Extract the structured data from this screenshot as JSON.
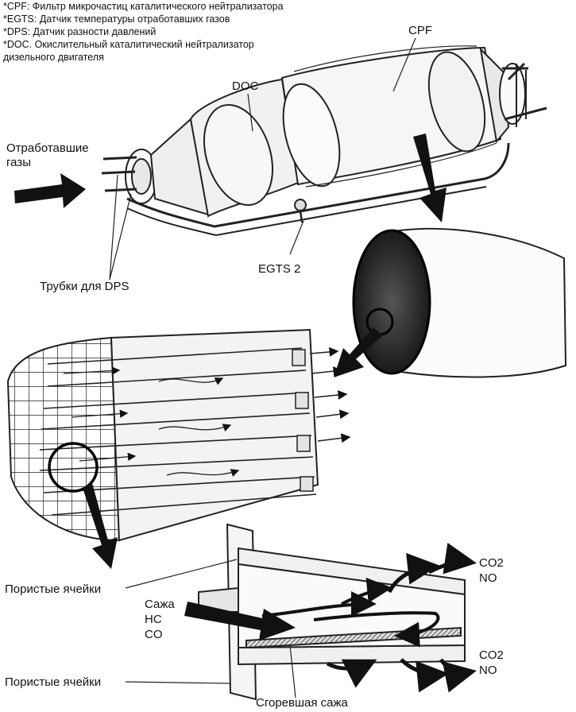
{
  "legend": {
    "cpf": "*CPF: Фильтр микрочастиц каталитического нейтрализатора",
    "egts": "*EGTS: Датчик температуры отработавших газов",
    "dps": "*DPS: Датчик разности давлений",
    "doc_line1": "*DOC. Окислительный каталитический нейтрализатор",
    "doc_line2": "дизельного двигателя"
  },
  "labels": {
    "cpf": "CPF",
    "doc": "DOC",
    "exhaust_line1": "Отработавшие",
    "exhaust_line2": "газы",
    "egts2": "EGTS 2",
    "dps_tubes": "Трубки для DPS",
    "porous_cells_top": "Пористые ячейки",
    "porous_cells_bottom": "Пористые ячейки",
    "soot": "Сажа",
    "hc": "HC",
    "co": "CO",
    "co2_top": "CO2",
    "no_top": "NO",
    "co2_bottom": "CO2",
    "no_bottom": "NO",
    "burned_soot": "Сгоревшая сажа"
  }
}
